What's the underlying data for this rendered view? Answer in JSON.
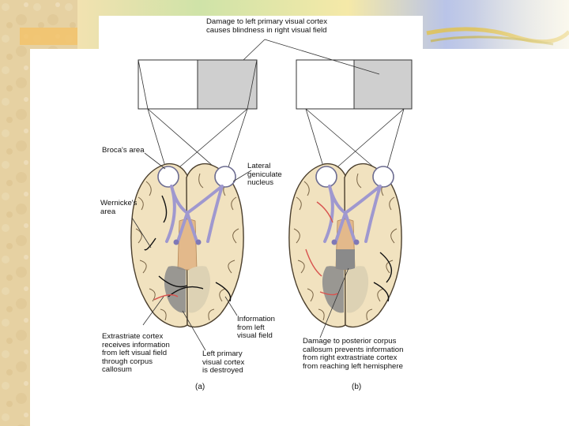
{
  "slide": {
    "figure": {
      "labels": {
        "top": "Damage to left primary visual cortex\ncauses blindness in right visual field",
        "broca": "Broca's area",
        "lgn": "Lateral\ngeniculate\nnucleus",
        "wernicke": "Wernicke's\narea",
        "extrastriate": "Extrastriate cortex\nreceives information\nfrom left visual field\nthrough corpus\ncallosum",
        "left_primary": "Left primary\nvisual cortex\nis destroyed",
        "information": "Information\nfrom left\nvisual field",
        "posterior": "Damage to posterior corpus\ncallosum prevents information\nfrom right extrastriate cortex\nfrom reaching left hemisphere"
      },
      "panel_a": "(a)",
      "panel_b": "(b)"
    },
    "colors": {
      "parchment": "#e8d4a6",
      "brain": "#f1e2bf",
      "pathway": "#9f98cf",
      "callosum": "#e3b98b",
      "damage": "#8a8a8a",
      "red": "#d8534f"
    }
  }
}
